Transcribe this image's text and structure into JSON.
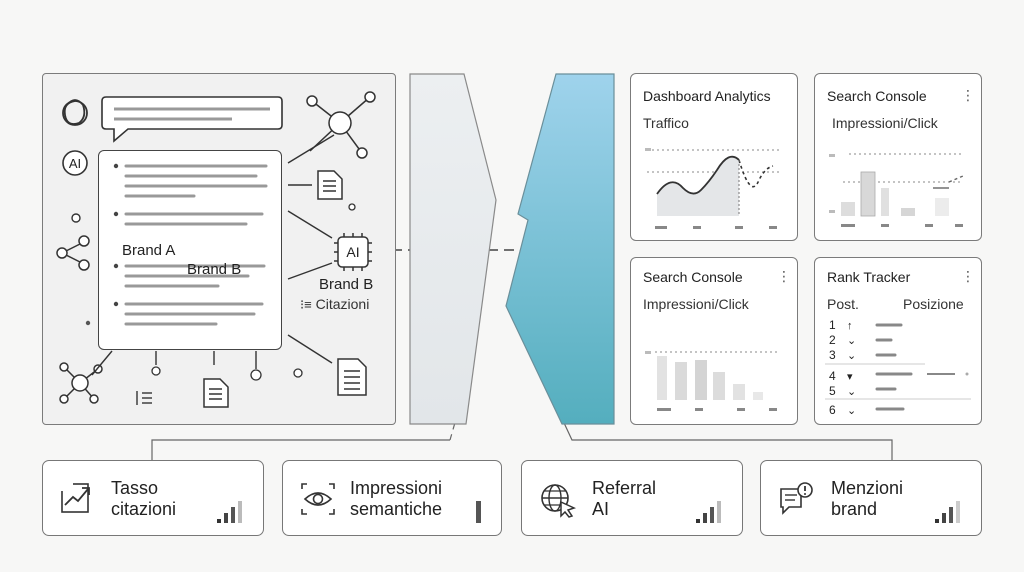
{
  "left_panel": {
    "ai_badge": "AI",
    "brand_a": "Brand A",
    "brand_b": "Brand B",
    "chip_label": "AI",
    "brand_b_side": "Brand B",
    "citazioni": "Citazioni"
  },
  "cards": {
    "analytics": {
      "title": "Dashboard Analytics",
      "subtitle": "Traffico"
    },
    "search_top": {
      "title": "Search Console",
      "subtitle": "Impressioni/Click"
    },
    "search_bottom": {
      "title": "Search Console",
      "subtitle": "Impressioni/Click"
    },
    "rank": {
      "title": "Rank Tracker",
      "col_post": "Post.",
      "col_pos": "Posizione",
      "rows": [
        {
          "num": "1",
          "arrow": "↑"
        },
        {
          "num": "2",
          "arrow": "⌄"
        },
        {
          "num": "3",
          "arrow": "⌄"
        },
        {
          "num": "4",
          "arrow": "▾"
        },
        {
          "num": "5",
          "arrow": "⌄"
        },
        {
          "num": "6",
          "arrow": "⌄"
        }
      ]
    }
  },
  "metrics": [
    {
      "label": "Tasso\ncitazioni",
      "icon": "trend-up-icon"
    },
    {
      "label": "Impressioni\nsemantiche",
      "icon": "eye-icon"
    },
    {
      "label": "Referral\nAI",
      "icon": "globe-cursor-icon"
    },
    {
      "label": "Menzioni\nbrand",
      "icon": "chat-alert-icon"
    }
  ],
  "colors": {
    "funnel_blue_top": "#8ec9e6",
    "funnel_blue_bottom": "#58b0c2",
    "border": "#7b7b7b"
  }
}
